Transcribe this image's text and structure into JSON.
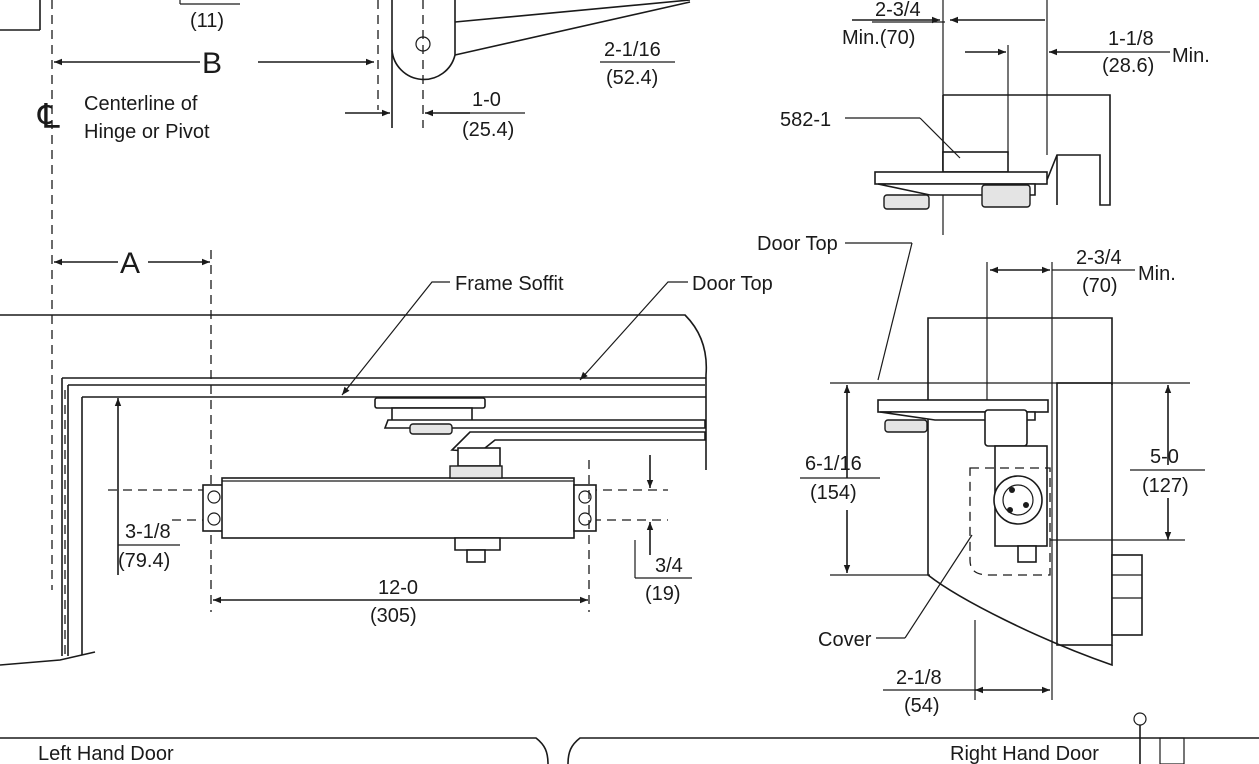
{
  "labels": {
    "dim_11": "(11)",
    "dim_B": "B",
    "dim_A": "A",
    "centerline_symbol": "℄",
    "centerline_line1": "Centerline of",
    "centerline_line2": "Hinge or Pivot",
    "dim_2_1_16": "2-1/16",
    "dim_52_4": "(52.4)",
    "dim_1_0": "1-0",
    "dim_25_4": "(25.4)",
    "frame_soffit": "Frame Soffit",
    "door_top_left": "Door Top",
    "dim_3_1_8": "3-1/8",
    "dim_79_4": "(79.4)",
    "dim_12_0": "12-0",
    "dim_305": "(305)",
    "dim_3_4": "3/4",
    "dim_19": "(19)",
    "top_dim_2_3_4": "2-3/4",
    "top_min_70": "Min.(70)",
    "dim_1_1_8": "1-1/8",
    "dim_28_6": "(28.6)",
    "min_right": "Min.",
    "part_582_1": "582-1",
    "door_top_right": "Door Top",
    "right_dim_2_3_4": "2-3/4",
    "right_dim_70": "(70)",
    "right_min": "Min.",
    "dim_6_1_16": "6-1/16",
    "dim_154": "(154)",
    "dim_5_0": "5-0",
    "dim_127": "(127)",
    "cover": "Cover",
    "dim_2_1_8": "2-1/8",
    "dim_54": "(54)",
    "left_hand_door": "Left Hand Door",
    "right_hand_door": "Right Hand Door"
  }
}
